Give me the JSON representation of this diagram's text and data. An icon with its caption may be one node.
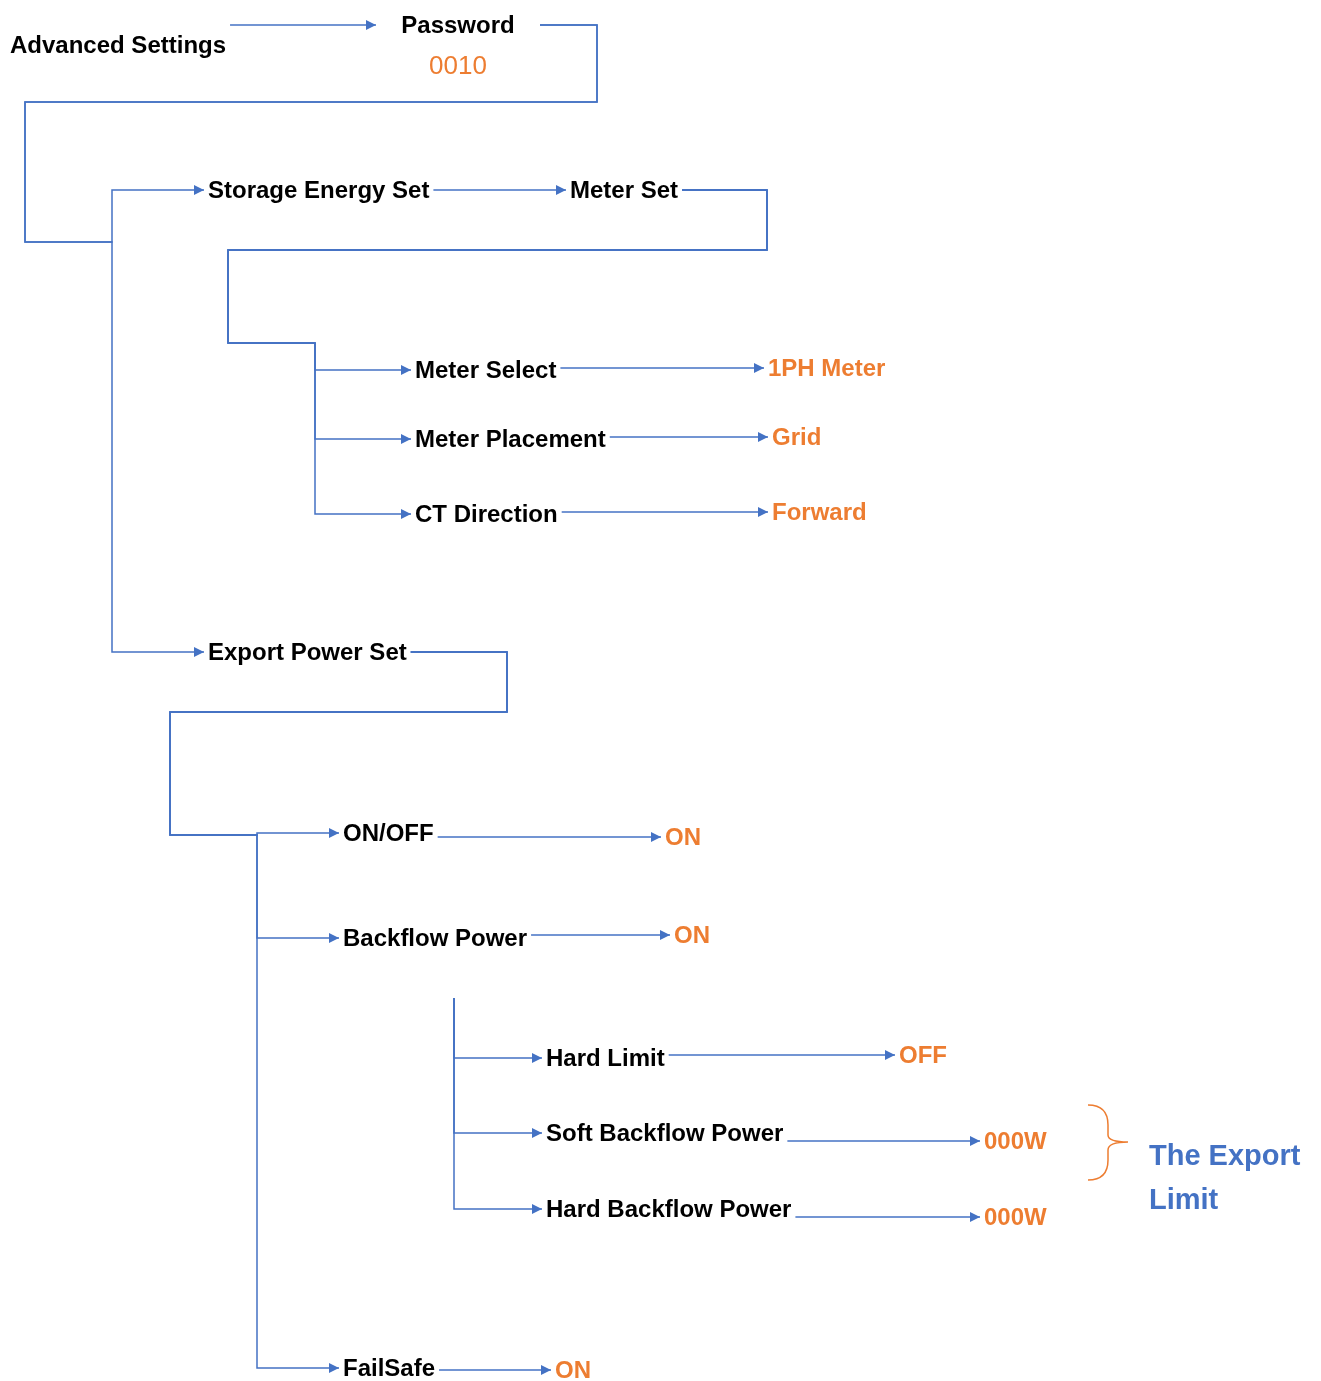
{
  "diagram": {
    "nodes": [
      {
        "text": [
          "Advanced Settings"
        ]
      },
      {
        "text": [
          "Password",
          "0010"
        ]
      },
      {
        "text": [
          "Storage Energy Set"
        ]
      },
      {
        "text": [
          "Meter Set"
        ]
      },
      {
        "text": [
          "Meter Select"
        ]
      },
      {
        "text": [
          "1PH Meter"
        ]
      },
      {
        "text": [
          "Meter Placement"
        ]
      },
      {
        "text": [
          "Grid"
        ]
      },
      {
        "text": [
          "CT Direction"
        ]
      },
      {
        "text": [
          "Forward"
        ]
      },
      {
        "text": [
          "Export Power Set"
        ]
      },
      {
        "text": [
          "ON/OFF"
        ]
      },
      {
        "text": [
          "ON"
        ]
      },
      {
        "text": [
          "Backflow Power"
        ]
      },
      {
        "text": [
          "ON"
        ]
      },
      {
        "text": [
          "Hard Limit"
        ]
      },
      {
        "text": [
          "OFF"
        ]
      },
      {
        "text": [
          "Soft Backflow Power"
        ]
      },
      {
        "text": [
          "000W"
        ]
      },
      {
        "text": [
          "Hard Backflow Power"
        ]
      },
      {
        "text": [
          "000W"
        ]
      },
      {
        "text": [
          "FailSafe"
        ]
      },
      {
        "text": [
          "ON"
        ]
      }
    ],
    "edges": [
      {
        "from": 0,
        "to": 1,
        "arrow": "to"
      },
      {
        "from": 1,
        "to": 2,
        "arrow": "to"
      },
      {
        "from": 1,
        "to": 10,
        "arrow": "to"
      },
      {
        "from": 2,
        "to": 3,
        "arrow": "to"
      },
      {
        "from": 3,
        "to": 4,
        "arrow": "to"
      },
      {
        "from": 3,
        "to": 6,
        "arrow": "to"
      },
      {
        "from": 3,
        "to": 8,
        "arrow": "to"
      },
      {
        "from": 4,
        "to": 5,
        "arrow": "to"
      },
      {
        "from": 6,
        "to": 7,
        "arrow": "to"
      },
      {
        "from": 8,
        "to": 9,
        "arrow": "to"
      },
      {
        "from": 10,
        "to": 11,
        "arrow": "to"
      },
      {
        "from": 10,
        "to": 13,
        "arrow": "to"
      },
      {
        "from": 10,
        "to": 21,
        "arrow": "to"
      },
      {
        "from": 11,
        "to": 12,
        "arrow": "to"
      },
      {
        "from": 13,
        "to": 14,
        "arrow": "to"
      },
      {
        "from": null,
        "to": 15,
        "arrow": "to"
      },
      {
        "from": null,
        "to": 17,
        "arrow": "to"
      },
      {
        "from": null,
        "to": 19,
        "arrow": "to"
      },
      {
        "from": 15,
        "to": 16,
        "arrow": "to"
      },
      {
        "from": 17,
        "to": 18,
        "arrow": "to"
      },
      {
        "from": 19,
        "to": 20,
        "arrow": "to"
      },
      {
        "from": 21,
        "to": 22,
        "arrow": "to"
      }
    ],
    "labels": [
      "The Export Limit"
    ]
  }
}
